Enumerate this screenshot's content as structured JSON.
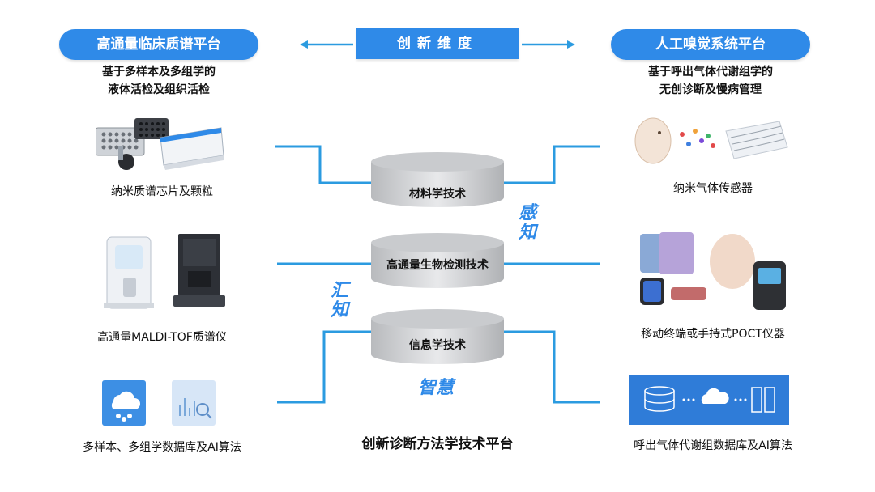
{
  "header": {
    "left_pill": "高通量临床质谱平台",
    "center_pill": "创新维度",
    "right_pill": "人工嗅觉系统平台"
  },
  "left": {
    "subtitle_line1": "基于多样本及多组学的",
    "subtitle_line2": "液体活检及组织活检",
    "items": [
      {
        "label": "纳米质谱芯片及颗粒"
      },
      {
        "label": "高通量MALDI-TOF质谱仪"
      },
      {
        "label": "多样本、多组学数据库及AI算法"
      }
    ]
  },
  "right": {
    "subtitle_line1": "基于呼出气体代谢组学的",
    "subtitle_line2": "无创诊断及慢病管理",
    "items": [
      {
        "label": "纳米气体传感器"
      },
      {
        "label": "移动终端或手持式POCT仪器"
      },
      {
        "label": "呼出气体代谢组数据库及AI算法"
      }
    ]
  },
  "center": {
    "cylinders": [
      {
        "label": "材料学技术"
      },
      {
        "label": "高通量生物检测技术"
      },
      {
        "label": "信息学技术"
      }
    ],
    "verbs": {
      "sense_1": "感",
      "sense_2": "知",
      "gather_1": "汇",
      "gather_2": "知",
      "wisdom": "智慧"
    },
    "bottom_title": "创新诊断方法学技术平台"
  },
  "colors": {
    "accent": "#2f8ae8",
    "line": "#2b9be0"
  }
}
